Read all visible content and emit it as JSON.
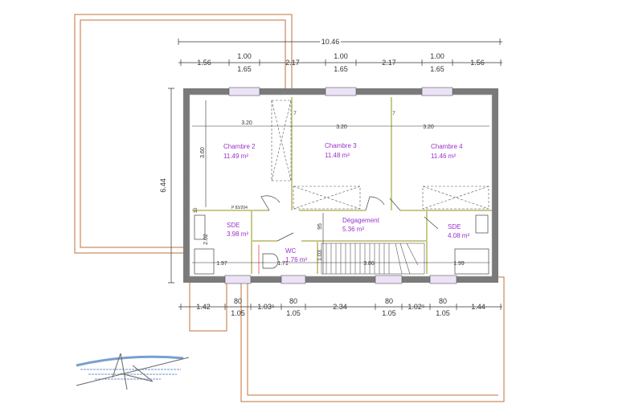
{
  "plan": {
    "overall_width": "10.46",
    "overall_depth": "6.44",
    "top_dims": [
      "1.56",
      "1.00",
      "1.65",
      "2.17",
      "1.00",
      "1.65",
      "2.17",
      "1.00",
      "1.65",
      "1.56"
    ],
    "bottom_dims": [
      "1.42",
      "80",
      "1.05",
      "1.03⁵",
      "80",
      "1.05",
      "2.34",
      "80",
      "1.05",
      "1.02⁵",
      "80",
      "1.05",
      "1.44"
    ],
    "interior_dims": {
      "bedroom_widths": [
        "3.20",
        "3.20",
        "3.20"
      ],
      "bedroom_depth": "3.60",
      "bottom_row": [
        "1.97",
        "1.71",
        "3.86",
        "1.99"
      ],
      "hall_depth": "95",
      "stair_depth": "1.03",
      "sde_depth": "2.02",
      "small": "10",
      "wall": "7"
    },
    "door_tag": "P 83/204",
    "rooms": [
      {
        "name": "Chambre 2",
        "area": "11.49 m²"
      },
      {
        "name": "Chambre 3",
        "area": "11.48 m²"
      },
      {
        "name": "Chambre 4",
        "area": "11.46 m²"
      },
      {
        "name": "SDE",
        "area": "3.98 m²"
      },
      {
        "name": "Dégagement",
        "area": "5.36 m²"
      },
      {
        "name": "SDE",
        "area": "4.08 m²"
      },
      {
        "name": "WC",
        "area": "1.76 m²"
      }
    ],
    "colors": {
      "wall": "#7a7a7a",
      "terrace_outline": "#c0703a",
      "room_label": "#9b30c8",
      "window": "#e8dcf5"
    }
  }
}
